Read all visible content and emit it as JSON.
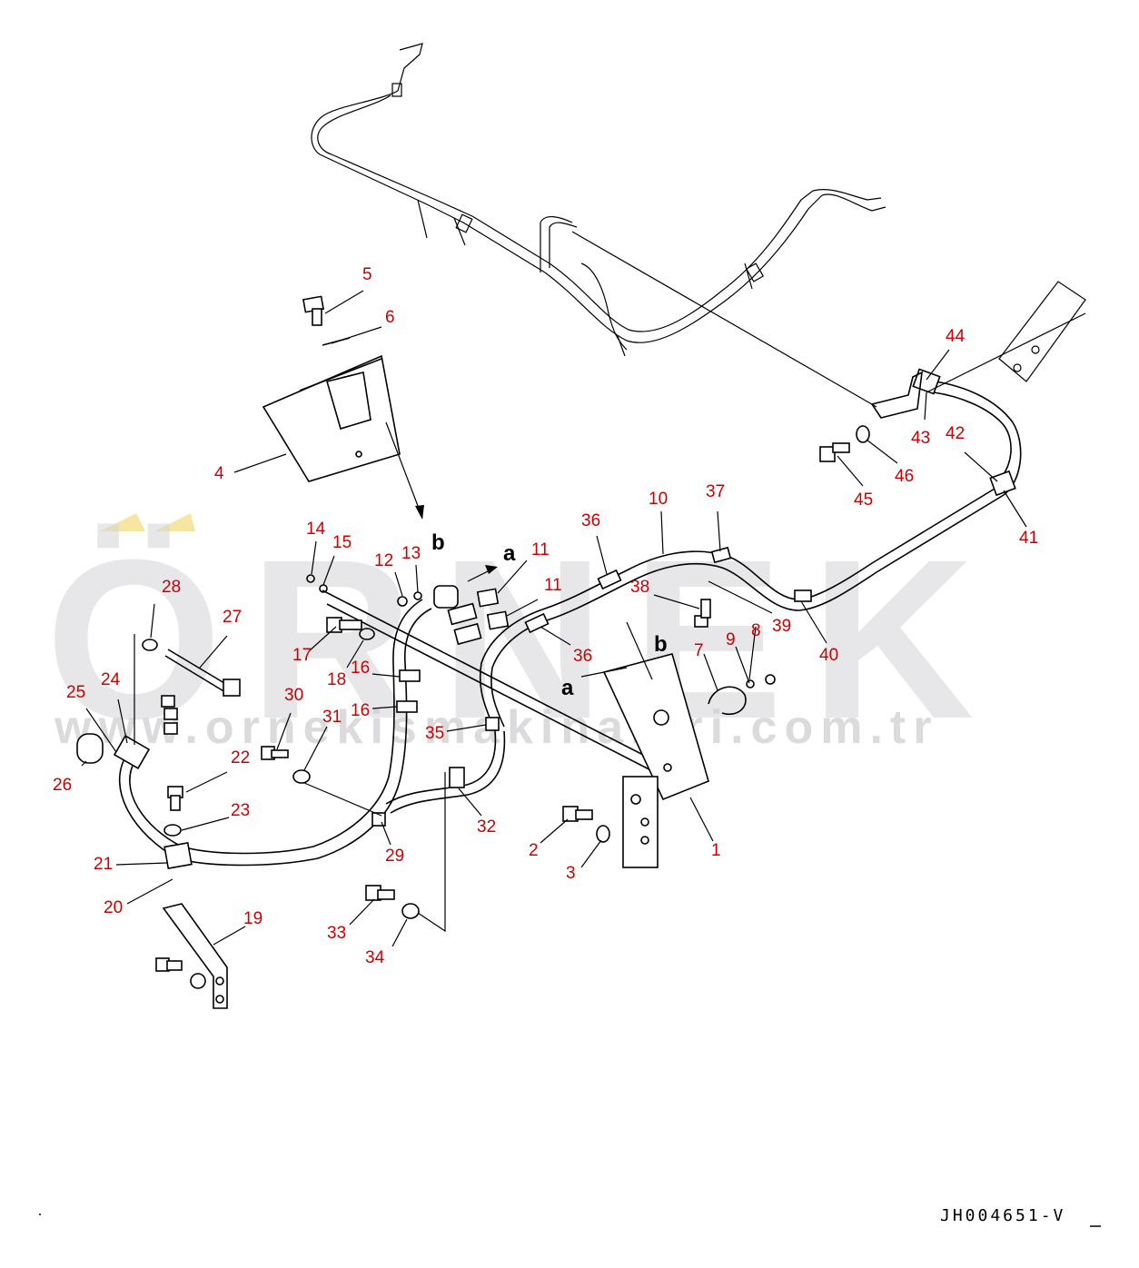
{
  "watermark": {
    "brand": "ÖRNEK",
    "url": "www.ornekismakinalari.com.tr"
  },
  "drawing_code": "JH004651-V",
  "view_letters": [
    {
      "id": "a1",
      "text": "a"
    },
    {
      "id": "b1",
      "text": "b"
    },
    {
      "id": "a2",
      "text": "a"
    },
    {
      "id": "b2",
      "text": "b"
    }
  ],
  "part_labels": [
    "1",
    "2",
    "3",
    "4",
    "5",
    "6",
    "7",
    "8",
    "9",
    "10",
    "11",
    "11",
    "12",
    "13",
    "14",
    "15",
    "16",
    "16",
    "17",
    "18",
    "19",
    "20",
    "21",
    "22",
    "23",
    "24",
    "25",
    "26",
    "27",
    "28",
    "29",
    "30",
    "31",
    "32",
    "33",
    "34",
    "35",
    "36",
    "36",
    "37",
    "38",
    "39",
    "40",
    "41",
    "42",
    "43",
    "44",
    "45",
    "46"
  ],
  "colors": {
    "label": "#cc0000",
    "line": "#000000",
    "watermark": "#d4d4d8",
    "watermark_accent": "#f2dc7a"
  }
}
